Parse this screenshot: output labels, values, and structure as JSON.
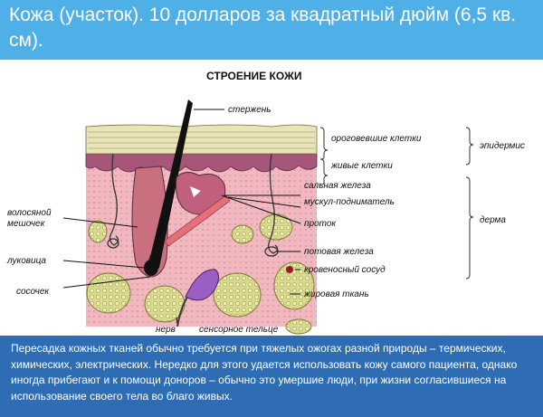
{
  "page_title": "Кожа (участок). 10 долларов за квадратный дюйм (6,5 кв. см).",
  "diagram": {
    "heading": "СТРОЕНИЕ КОЖИ",
    "labels": {
      "shaft": "стержень",
      "keratinized_cells": "ороговевшие клетки",
      "living_cells": "живые клетки",
      "epidermis": "эпидермис",
      "sebaceous_gland": "сальная железа",
      "arrector_muscle": "мускул-подниматель",
      "hair_follicle": "волосяной мешочек",
      "duct": "проток",
      "dermis": "дерма",
      "bulb": "луковица",
      "sweat_gland": "потовая железа",
      "blood_vessel": "кровеносный сосуд",
      "papilla": "сосочек",
      "fat_tissue": "жировая ткань",
      "nerve": "нерв",
      "sensory_body": "сенсорное тельце"
    }
  },
  "caption": "Пересадка кожных тканей обычно требуется при тяжелых ожогах разной природы – термических, химических, электрических. Нередко для этого удается использовать кожу самого пациента, однако иногда прибегают и к помощи доноров – обычно это умершие люди, при жизни согласившиеся на использование своего тела во благо живых.",
  "colors": {
    "background": "#4fb0e8",
    "caption_bg": "#2e6cb3",
    "dermis": "#f2b8bf",
    "epidermis_live": "#a8557a",
    "stratum_corneum": "#e9e3b8",
    "fat": "#d8d98a",
    "sensory_body": "#9a5fc4"
  }
}
